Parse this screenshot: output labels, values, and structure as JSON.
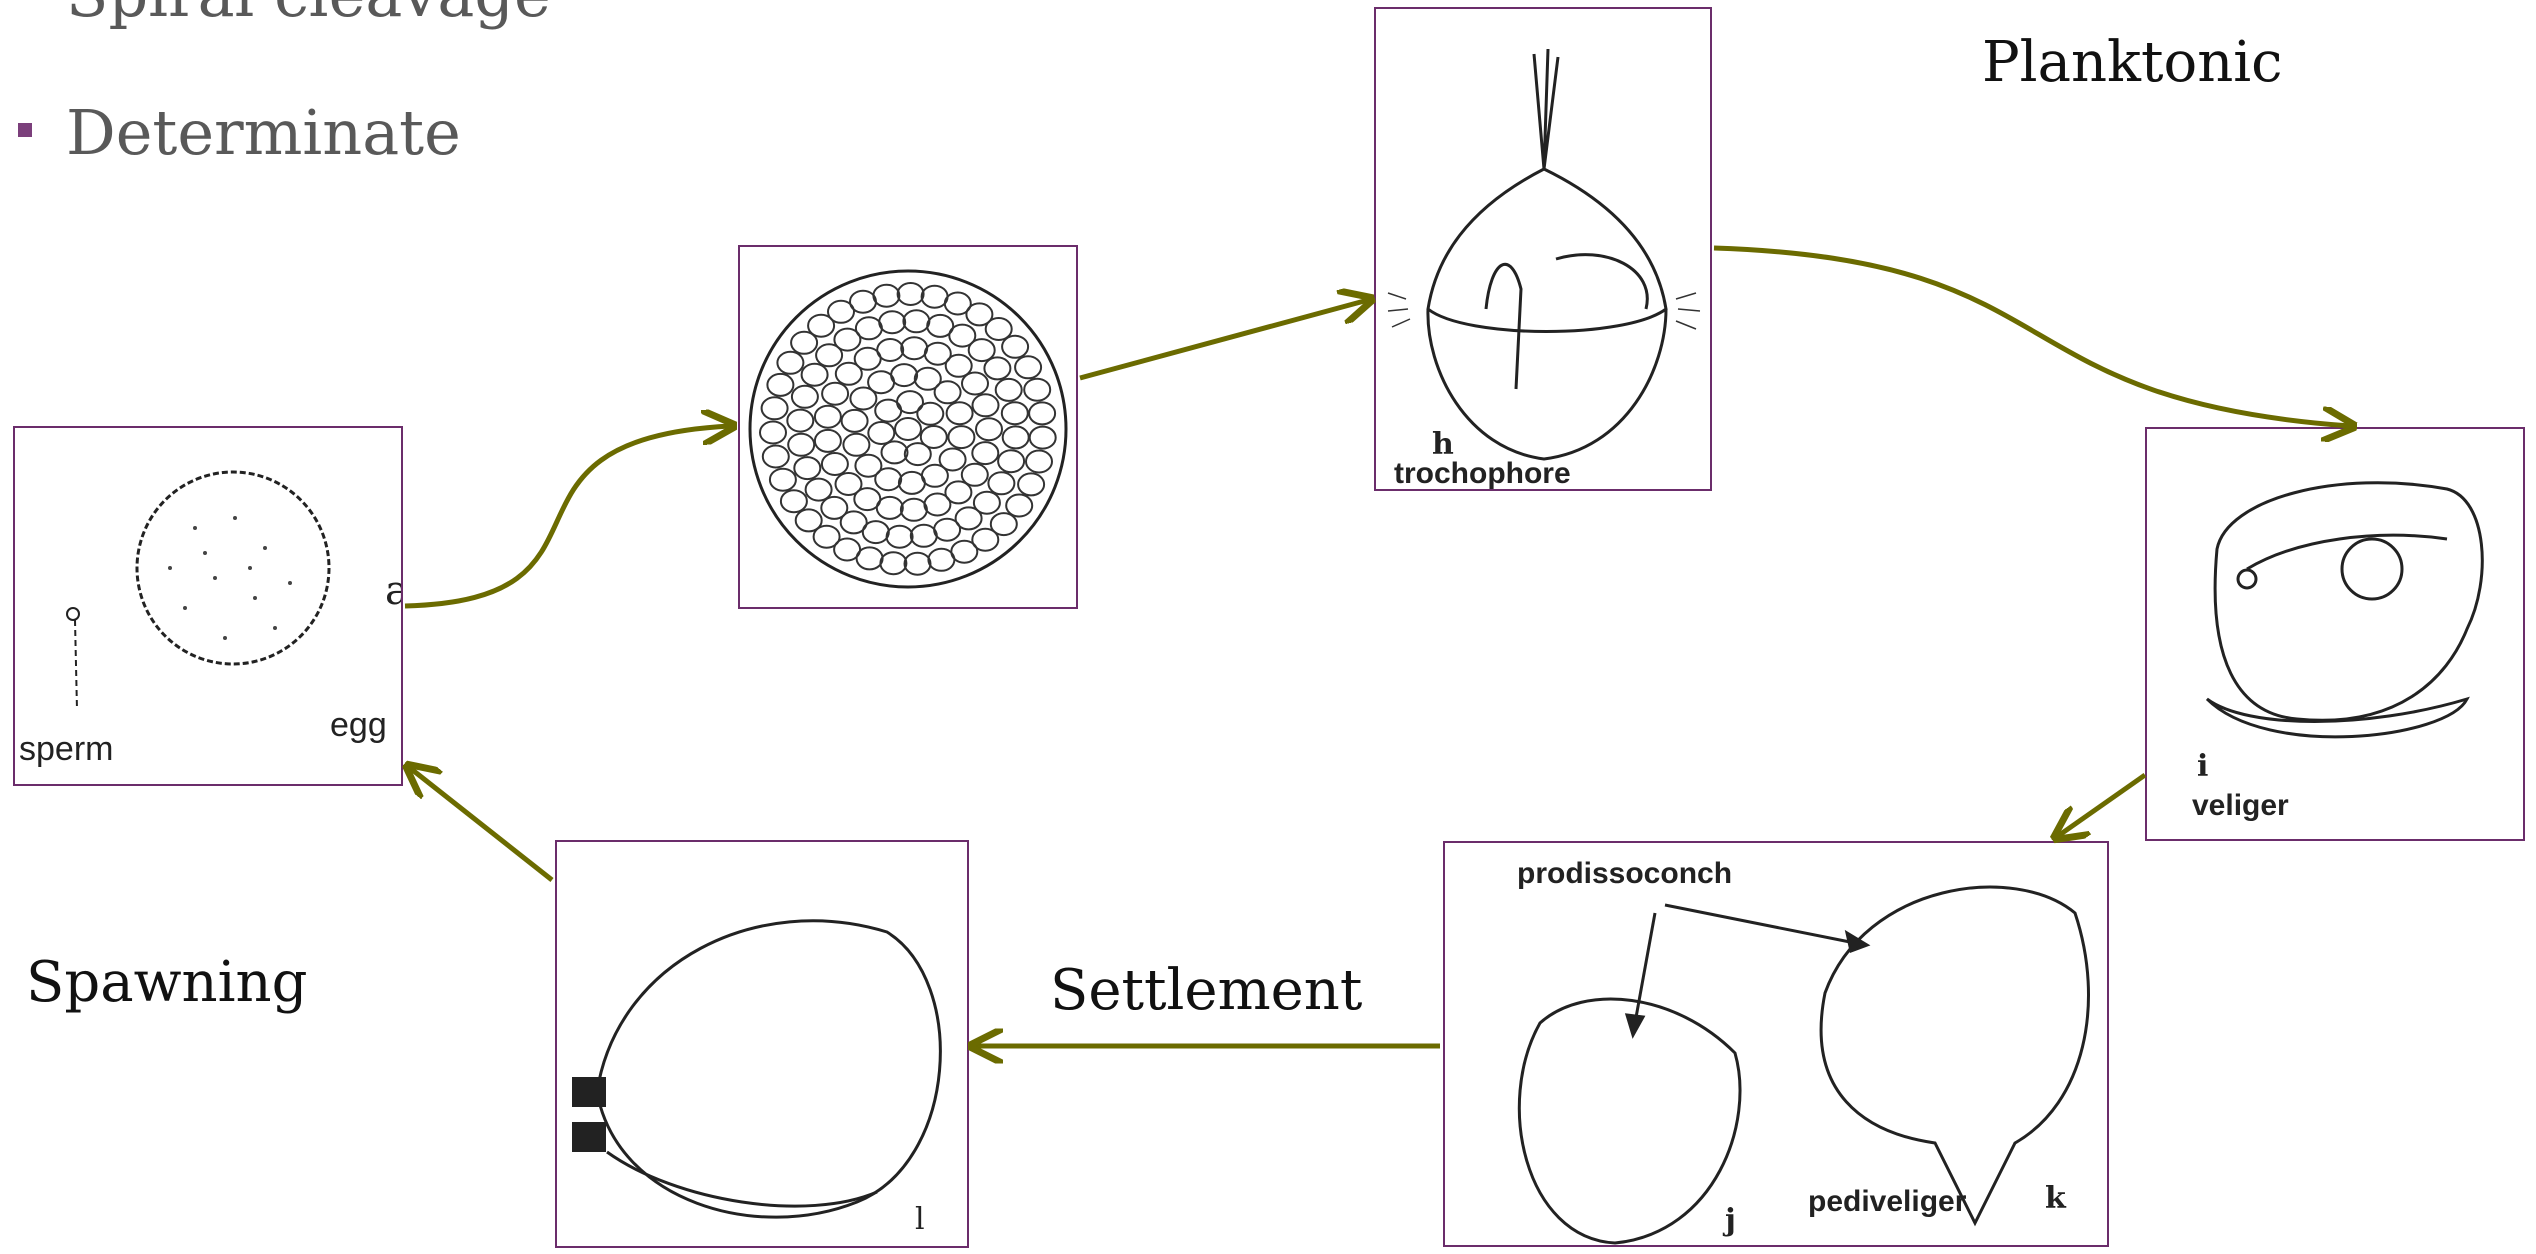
{
  "bullets": [
    {
      "text": "Spiral cleavage"
    },
    {
      "text": "Determinate"
    }
  ],
  "labels": {
    "planktonic": "Planktonic",
    "spawning": "Spawning",
    "settlement": "Settlement"
  },
  "stages": {
    "gametes": {
      "sperm": "sperm",
      "egg": "egg",
      "letter_a": "a"
    },
    "trochophore": {
      "letter": "h",
      "caption": "trochophore"
    },
    "veliger": {
      "letter": "i",
      "caption": "veliger"
    },
    "prodissoconch": {
      "caption": "prodissoconch",
      "letter_j": "j",
      "pediveliger": "pediveliger",
      "letter_k": "k"
    },
    "juvenile": {
      "letter": "l"
    }
  },
  "colors": {
    "arrow": "#6b6b00",
    "frame": "#6b2d6b",
    "bullet": "#7b3f7b"
  }
}
